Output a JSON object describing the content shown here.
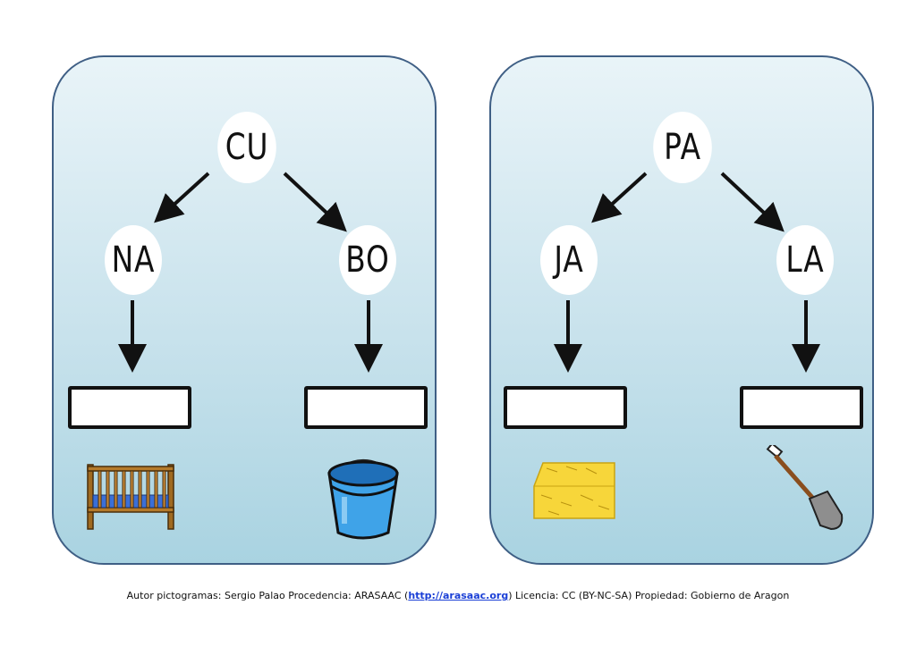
{
  "cards": [
    {
      "top": "CU",
      "left": "NA",
      "right": "BO",
      "left_picture": "crib-icon",
      "right_picture": "bucket-icon"
    },
    {
      "top": "PA",
      "left": "JA",
      "right": "LA",
      "left_picture": "hay-bale-icon",
      "right_picture": "shovel-icon"
    }
  ],
  "credit": {
    "prefix": "Autor pictogramas: Sergio Palao Procedencia: ARASAAC (",
    "link": "http://arasaac.org",
    "suffix": ") Licencia: CC (BY-NC-SA) Propiedad: Gobierno de Aragon"
  },
  "colors": {
    "card_border": "#3f5f85",
    "card_fill_top": "#e9f4f8",
    "card_fill_bottom": "#a9d3e1",
    "link": "#1a3fd6"
  }
}
